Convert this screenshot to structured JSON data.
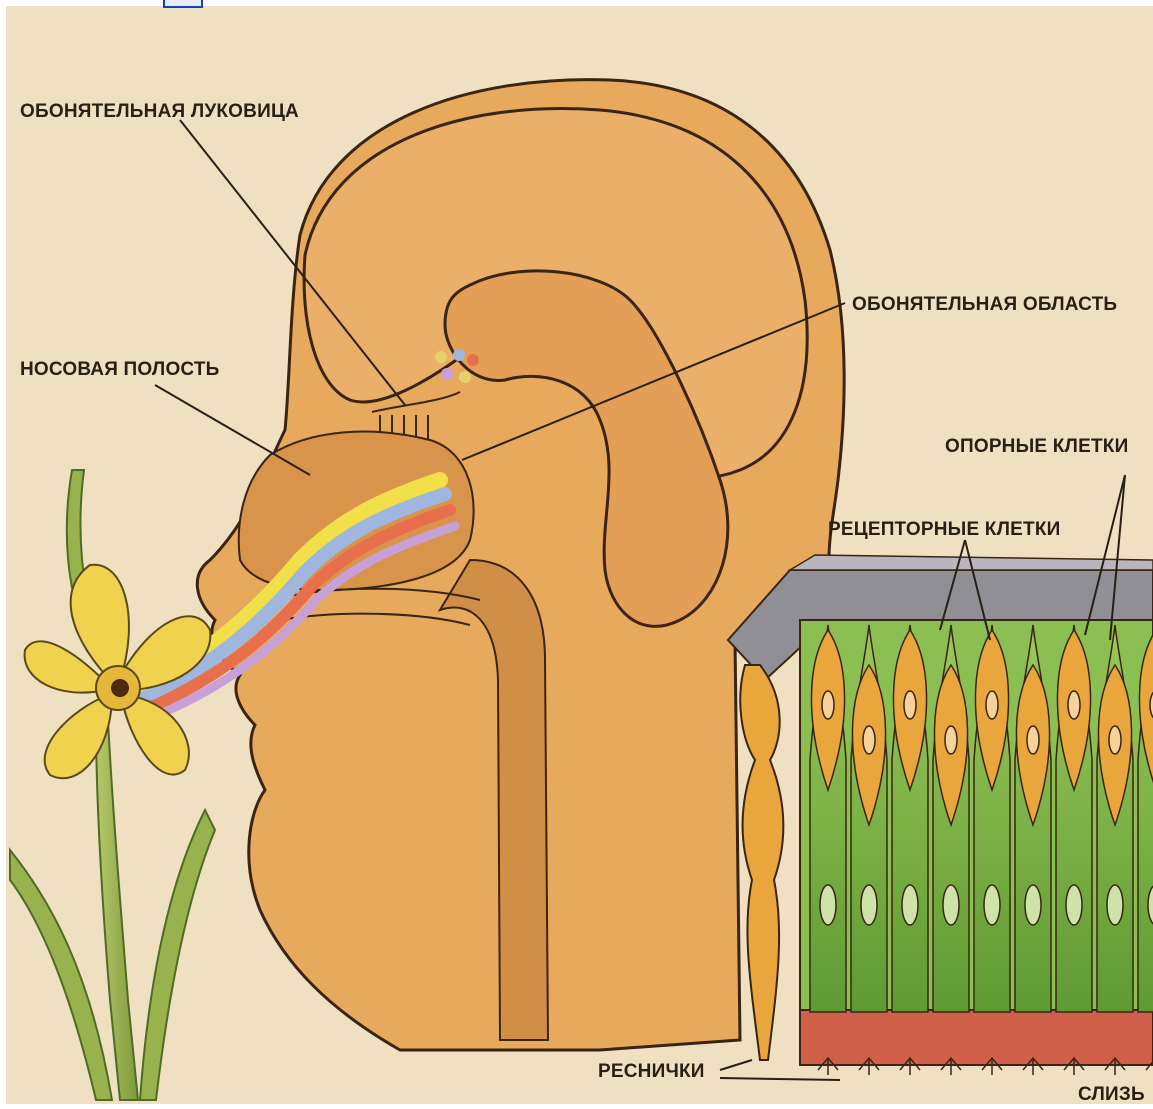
{
  "labels": {
    "olfactory_bulb": "ОБОНЯТЕЛЬНАЯ ЛУКОВИЦА",
    "olfactory_area": "ОБОНЯТЕЛЬНАЯ ОБЛАСТЬ",
    "nasal_cavity": "НОСОВАЯ ПОЛОСТЬ",
    "support_cells": "ОПОРНЫЕ КЛЕТКИ",
    "receptor_cells": "РЕЦЕПТОРНЫЕ КЛЕТКИ",
    "cilia": "РЕСНИЧКИ",
    "mucus": "СЛИЗЬ"
  },
  "colors": {
    "background": "#efe0c2",
    "skin": "#e7a95c",
    "skin_dark": "#d08f46",
    "outline": "#3a2414",
    "receptor": "#e8a63c",
    "support": "#7fb546",
    "base": "#d0604a",
    "shelf": "#8f8f95",
    "flower": "#f0d24e",
    "stem": "#8fa845"
  },
  "odor_stream_colors": [
    "#f2e04a",
    "#9fb6de",
    "#e86f4c",
    "#c7a0d8"
  ]
}
